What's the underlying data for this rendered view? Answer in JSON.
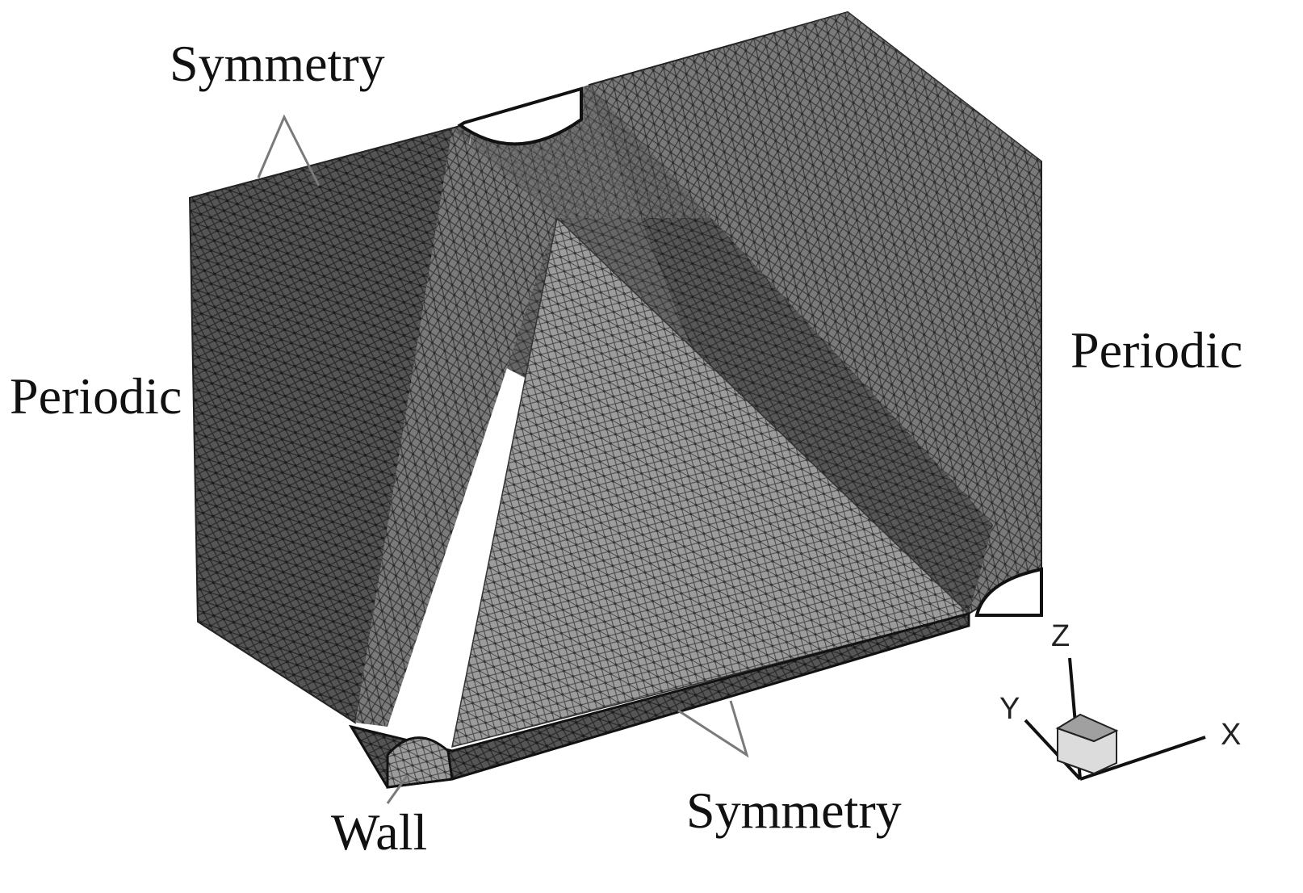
{
  "labels": {
    "symmetry_top": "Symmetry",
    "periodic_left": "Periodic",
    "periodic_right": "Periodic",
    "symmetry_bottom": "Symmetry",
    "wall": "Wall"
  },
  "axes": {
    "z": "Z",
    "y": "Y",
    "x": "X"
  },
  "colors": {
    "mesh_dark": "#3a3a3a",
    "mesh_mid": "#6b6b6b",
    "mesh_light": "#a3a3a3",
    "text": "#111111",
    "leader": "#7a7a7a"
  }
}
